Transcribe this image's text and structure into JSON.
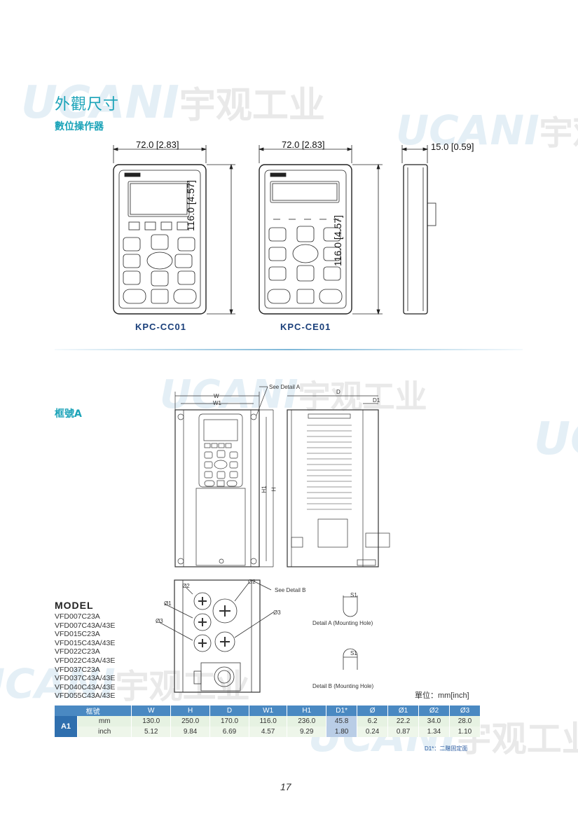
{
  "header": {
    "title": "外觀尺寸",
    "subtitle": "數位操作器"
  },
  "keypads": {
    "width_label": "72.0 [2.83]",
    "height_label": "116.0 [4.57]",
    "depth_label": "15.0 [0.59]",
    "left_model": "KPC-CC01",
    "right_model": "KPC-CE01"
  },
  "frame": {
    "title": "框號A",
    "callouts": {
      "see_detail_a": "See Detail A",
      "see_detail_b": "See Detail B",
      "w": "W",
      "w1": "W1",
      "d": "D",
      "d1": "D1",
      "h": "H",
      "h1": "H1",
      "s1": "S1",
      "phi": "Ø",
      "phi1": "Ø1",
      "phi2": "Ø2",
      "phi3": "Ø3"
    },
    "detail_a": "Detail A (Mounting Hole)",
    "detail_b": "Detail B (Mounting Hole)"
  },
  "model": {
    "heading": "MODEL",
    "items": [
      "VFD007C23A",
      "VFD007C43A/43E",
      "VFD015C23A",
      "VFD015C43A/43E",
      "VFD022C23A",
      "VFD022C43A/43E",
      "VFD037C23A",
      "VFD037C43A/43E",
      "VFD040C43A/43E",
      "VFD055C43A/43E"
    ]
  },
  "table": {
    "unit_note": "單位：mm[inch]",
    "headers": [
      "框號",
      "W",
      "H",
      "D",
      "W1",
      "H1",
      "D1*",
      "Ø",
      "Ø1",
      "Ø2",
      "Ø3"
    ],
    "frame": "A1",
    "rows": [
      {
        "unit": "mm",
        "values": [
          "130.0",
          "250.0",
          "170.0",
          "116.0",
          "236.0",
          "45.8",
          "6.2",
          "22.2",
          "34.0",
          "28.0"
        ]
      },
      {
        "unit": "inch",
        "values": [
          "5.12",
          "9.84",
          "6.69",
          "4.57",
          "9.29",
          "1.80",
          "0.24",
          "0.87",
          "1.34",
          "1.10"
        ]
      }
    ],
    "footnote": "D1*：二階固定面"
  },
  "watermark": {
    "latin": "UCANI",
    "cn": "宇观工业"
  },
  "page_number": "17"
}
